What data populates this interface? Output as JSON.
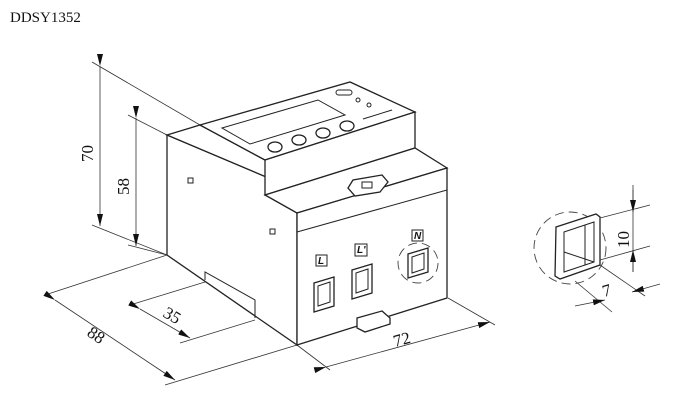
{
  "title": "DDSY1352",
  "dimensions": {
    "height_total": "70",
    "height_body": "58",
    "depth_total": "88",
    "depth_rail": "35",
    "width": "72",
    "terminal_height": "10",
    "terminal_width": "7"
  },
  "terminals": [
    "L",
    "L'",
    "N"
  ]
}
